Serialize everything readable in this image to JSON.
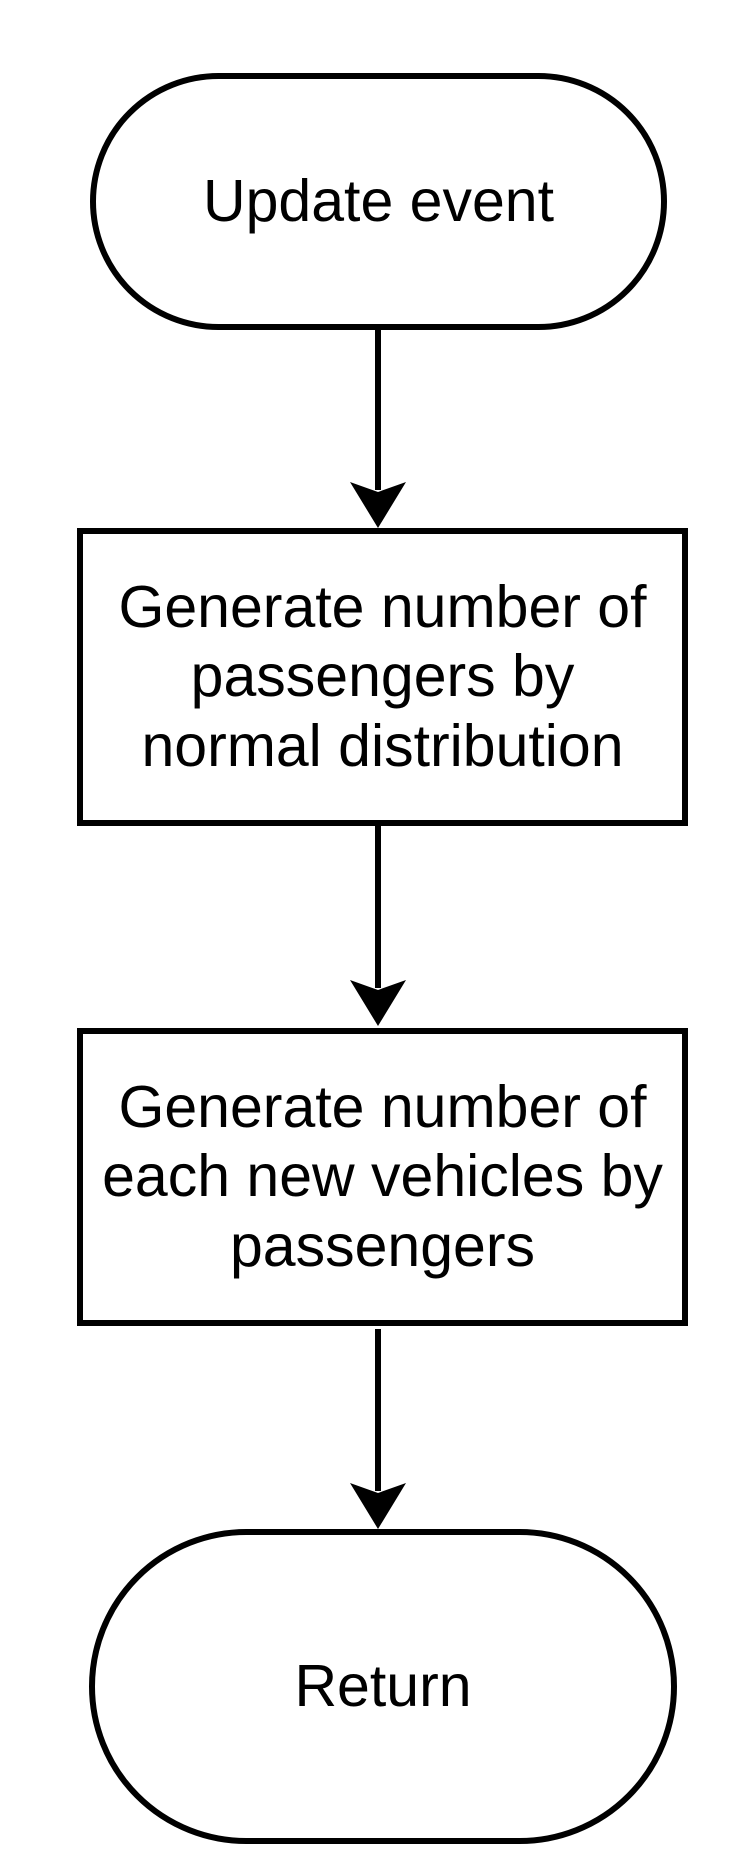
{
  "colors": {
    "background": "#ffffff",
    "stroke": "#000000",
    "text": "#000000"
  },
  "nodes": {
    "start": {
      "type": "terminator",
      "label": "Update event"
    },
    "process1": {
      "type": "process",
      "label": "Generate number of\npassengers by\nnormal distribution"
    },
    "process2": {
      "type": "process",
      "label": "Generate number of\neach new vehicles by\npassengers"
    },
    "end": {
      "type": "terminator",
      "label": "Return"
    }
  },
  "edges": [
    {
      "from": "start",
      "to": "process1"
    },
    {
      "from": "process1",
      "to": "process2"
    },
    {
      "from": "process2",
      "to": "end"
    }
  ]
}
